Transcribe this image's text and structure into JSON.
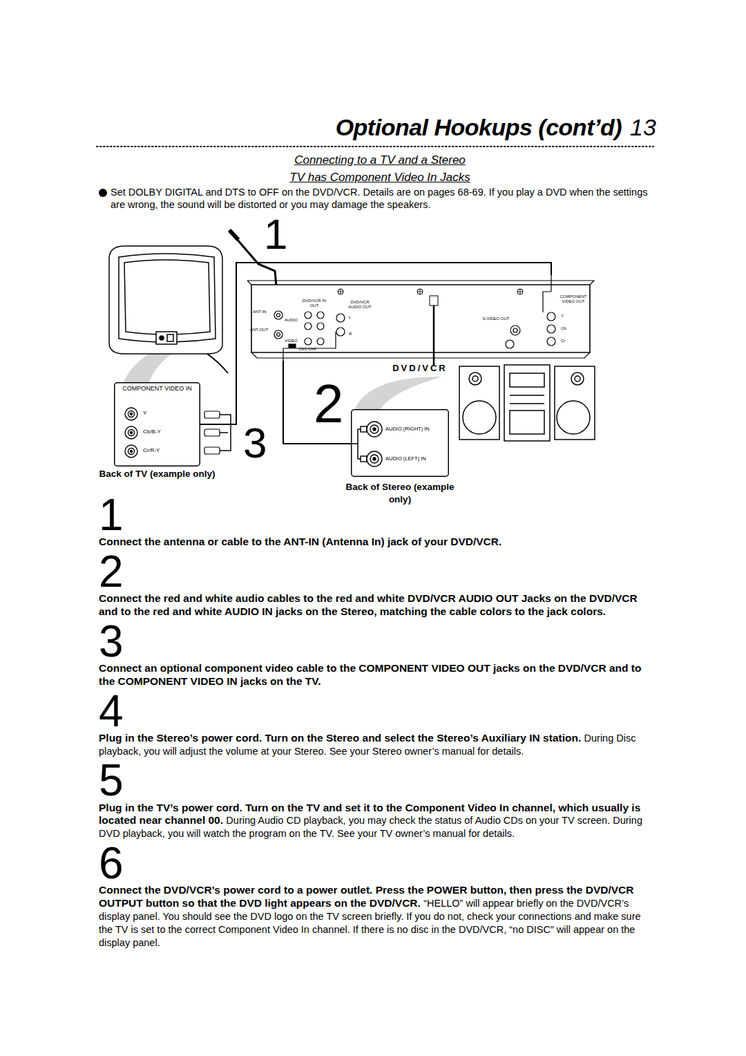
{
  "diagram": {
    "title": "Optional Hookups (cont’d)",
    "nodes": [
      {
        "text": [
          "DVD/VCR",
          "ANT-IN",
          "ANT-OUT",
          "DVD/VCR IN OUT",
          "AUDIO",
          "VIDEO",
          "CH3 CH4",
          "DVD/VCR AUDIO OUT",
          "L",
          "R",
          "S-VIDEO OUT",
          "COMPONENT VIDEO OUT",
          "Y",
          "Cb",
          "Cr"
        ]
      },
      {
        "text": [
          "COMPONENT VIDEO IN",
          "Y",
          "Cb/B-Y",
          "Cr/R-Y",
          "Back of TV (example only)"
        ]
      },
      {
        "text": [
          "AUDIO (RIGHT) IN",
          "AUDIO (LEFT) IN",
          "Back of Stereo (example only)"
        ]
      }
    ],
    "edges": [
      {
        "from": 0,
        "to": 1,
        "arrow": "none"
      },
      {
        "from": 0,
        "to": 2,
        "arrow": "none"
      }
    ],
    "labels": [
      "13",
      "Connecting to a TV and a Stereo",
      "TV has Component Video In Jacks",
      "Set DOLBY DIGITAL and DTS to OFF on the DVD/VCR. Details are on pages 68-69. If you play a DVD when the settings are wrong, the sound will be distorted or you may damage the speakers.",
      "1",
      "2",
      "3",
      "1",
      "Connect the antenna or cable to the ANT-IN (Antenna In) jack of your DVD/VCR.",
      "2",
      "Connect the red and white audio cables to the red and white DVD/VCR AUDIO OUT Jacks on the DVD/VCR and to the red and white AUDIO IN jacks on the Stereo, matching the cable colors to the jack colors.",
      "3",
      "Connect an optional component video cable to the COMPONENT VIDEO OUT jacks on the DVD/VCR and to the COMPONENT VIDEO IN jacks on the TV.",
      "4",
      "Plug in the Stereo’s power cord. Turn on the Stereo and select the Stereo’s Auxiliary IN station.",
      "During Disc playback, you will adjust the volume at your Stereo. See your Stereo owner’s manual for details.",
      "5",
      "Plug in the TV’s power cord. Turn on the TV and set it to the Component Video In channel, which usually is located near channel 00.",
      "During Audio CD playback, you may check the status of Audio CDs on your TV screen. During DVD playback, you will watch the program on the TV. See your TV owner’s manual for details.",
      "6",
      "Connect the DVD/VCR’s power cord to a power outlet. Press the POWER button, then press the DVD/VCR OUTPUT button so that the DVD light appears on the DVD/VCR.",
      "“HELLO” will appear briefly on the DVD/VCR’s display panel. You should see the DVD logo on the TV screen briefly. If you do not, check your connections and make sure the TV is set to the correct Component Video In channel. If there is no disc in the DVD/VCR, “no DISC” will appear on the display panel."
    ]
  }
}
